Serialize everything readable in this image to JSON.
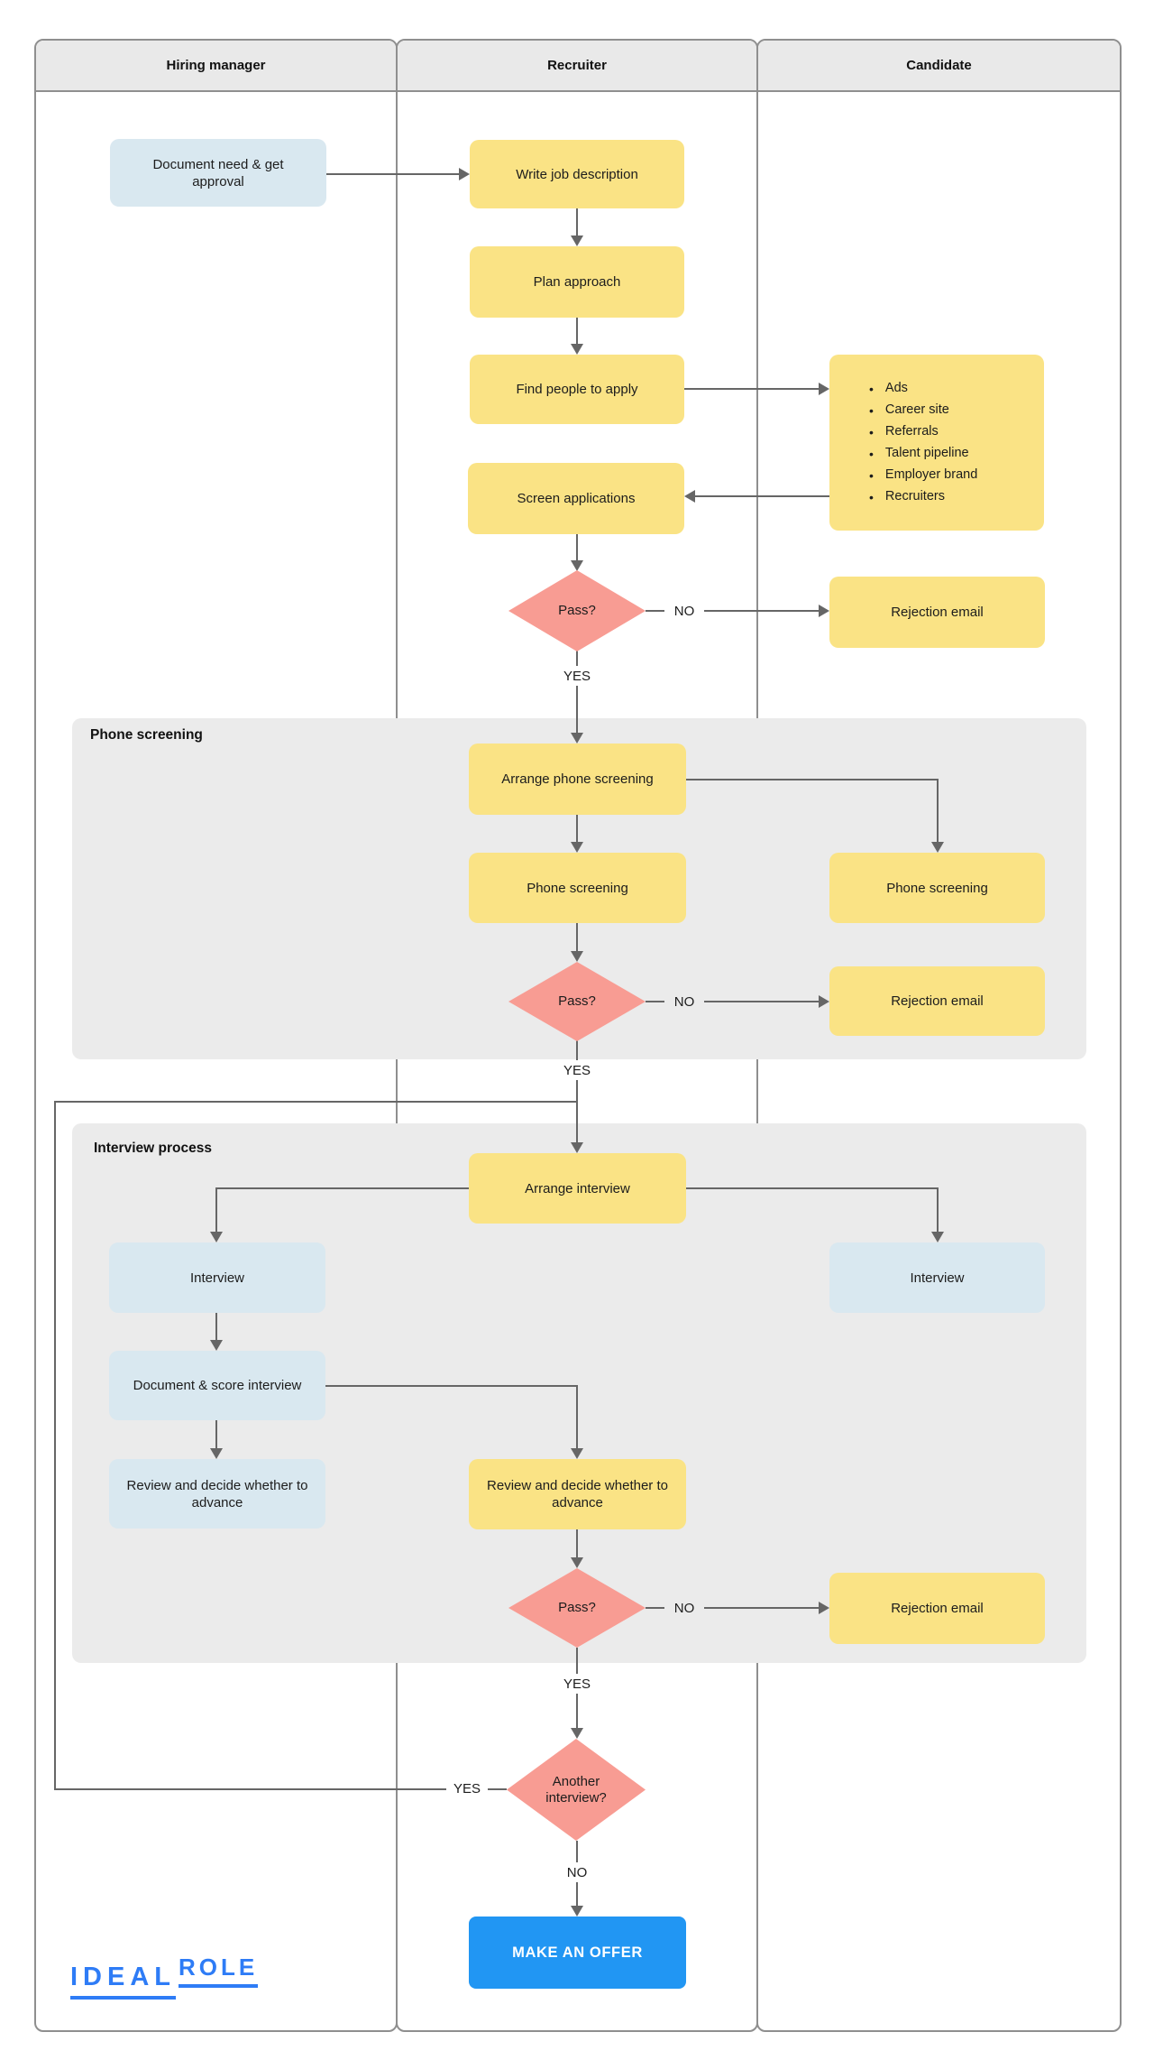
{
  "lanes": [
    {
      "label": "Hiring manager"
    },
    {
      "label": "Recruiter"
    },
    {
      "label": "Candidate"
    }
  ],
  "sections": {
    "phone": {
      "label": "Phone screening"
    },
    "interview": {
      "label": "Interview process"
    }
  },
  "nodes": {
    "document_need": {
      "label": "Document need & get approval"
    },
    "write_jd": {
      "label": "Write job description"
    },
    "plan_approach": {
      "label": "Plan approach"
    },
    "find_people": {
      "label": "Find people to apply"
    },
    "sources": {
      "items": [
        "Ads",
        "Career site",
        "Referrals",
        "Talent pipeline",
        "Employer brand",
        "Recruiters"
      ]
    },
    "screen_apps": {
      "label": "Screen applications"
    },
    "pass1": {
      "label": "Pass?"
    },
    "rejection1": {
      "label": "Rejection email"
    },
    "arrange_phone": {
      "label": "Arrange phone screening"
    },
    "phone_rec": {
      "label": "Phone screening"
    },
    "phone_cand": {
      "label": "Phone screening"
    },
    "pass2": {
      "label": "Pass?"
    },
    "rejection2": {
      "label": "Rejection email"
    },
    "arrange_interview": {
      "label": "Arrange interview"
    },
    "interview_hm": {
      "label": "Interview"
    },
    "interview_cand": {
      "label": "Interview"
    },
    "doc_score": {
      "label": "Document & score interview"
    },
    "review_hm": {
      "label": "Review and decide whether to advance"
    },
    "review_rec": {
      "label": "Review and decide whether to advance"
    },
    "pass3": {
      "label": "Pass?"
    },
    "rejection3": {
      "label": "Rejection email"
    },
    "another_interview": {
      "label": "Another interview?"
    },
    "make_offer": {
      "label": "MAKE AN OFFER"
    }
  },
  "edge_labels": {
    "no1": "NO",
    "yes1": "YES",
    "no2": "NO",
    "yes2": "YES",
    "no3": "NO",
    "yes3": "YES",
    "yes4": "YES",
    "no4": "NO"
  },
  "logo": {
    "part1": "IDEAL",
    "part2": "ROLE"
  },
  "colors": {
    "process_yellow": "#fae385",
    "decision_salmon": "#f89c93",
    "manager_blue": "#d9e8f0",
    "band_gray": "#ebebeb",
    "header_gray": "#e9e9e9",
    "line_gray": "#666666",
    "offer_blue": "#2196f3",
    "logo_blue": "#2e7cf6"
  }
}
